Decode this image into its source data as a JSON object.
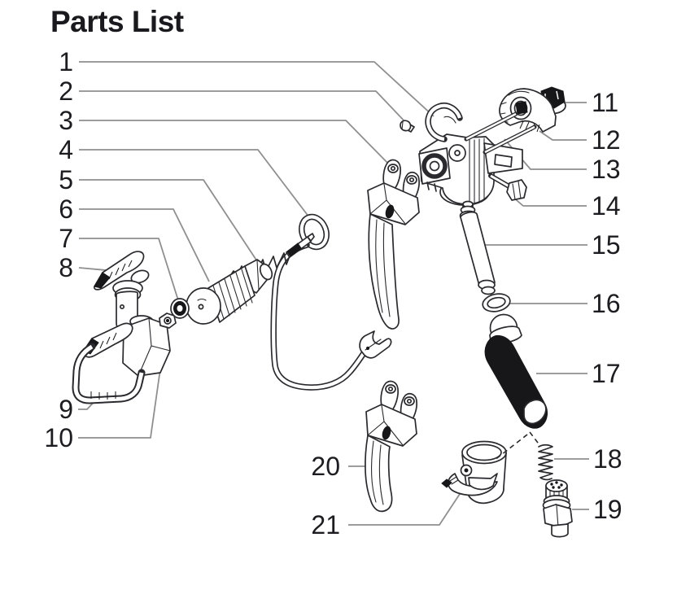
{
  "title": "Parts List",
  "colors": {
    "background": "#ffffff",
    "line_art": "#2a2a2e",
    "leader_line": "#8f8f8f",
    "number_text": "#1d1d21",
    "dark_fill": "#17171a"
  },
  "diagram": {
    "callouts": [
      {
        "number": "1",
        "part": "gun-head"
      },
      {
        "number": "2",
        "part": "set-screw"
      },
      {
        "number": "3",
        "part": "trigger-two-finger"
      },
      {
        "number": "4",
        "part": "trigger-guard"
      },
      {
        "number": "5",
        "part": "needle-spring-assembly"
      },
      {
        "number": "6",
        "part": "seat-housing"
      },
      {
        "number": "7",
        "part": "seal-washer"
      },
      {
        "number": "8",
        "part": "spray-tip"
      },
      {
        "number": "9",
        "part": "tip-guard-assembly"
      },
      {
        "number": "10",
        "part": "tip-nut"
      },
      {
        "number": "11",
        "part": "locknut"
      },
      {
        "number": "12",
        "part": "trigger-cam-housing"
      },
      {
        "number": "13",
        "part": "dowel-pins"
      },
      {
        "number": "14",
        "part": "mounting-screw"
      },
      {
        "number": "15",
        "part": "fluid-tube"
      },
      {
        "number": "16",
        "part": "o-ring"
      },
      {
        "number": "17",
        "part": "filter-element"
      },
      {
        "number": "18",
        "part": "filter-spring"
      },
      {
        "number": "19",
        "part": "valve-fitting"
      },
      {
        "number": "20",
        "part": "trigger-four-finger"
      },
      {
        "number": "21",
        "part": "diffuser-clip"
      }
    ]
  }
}
